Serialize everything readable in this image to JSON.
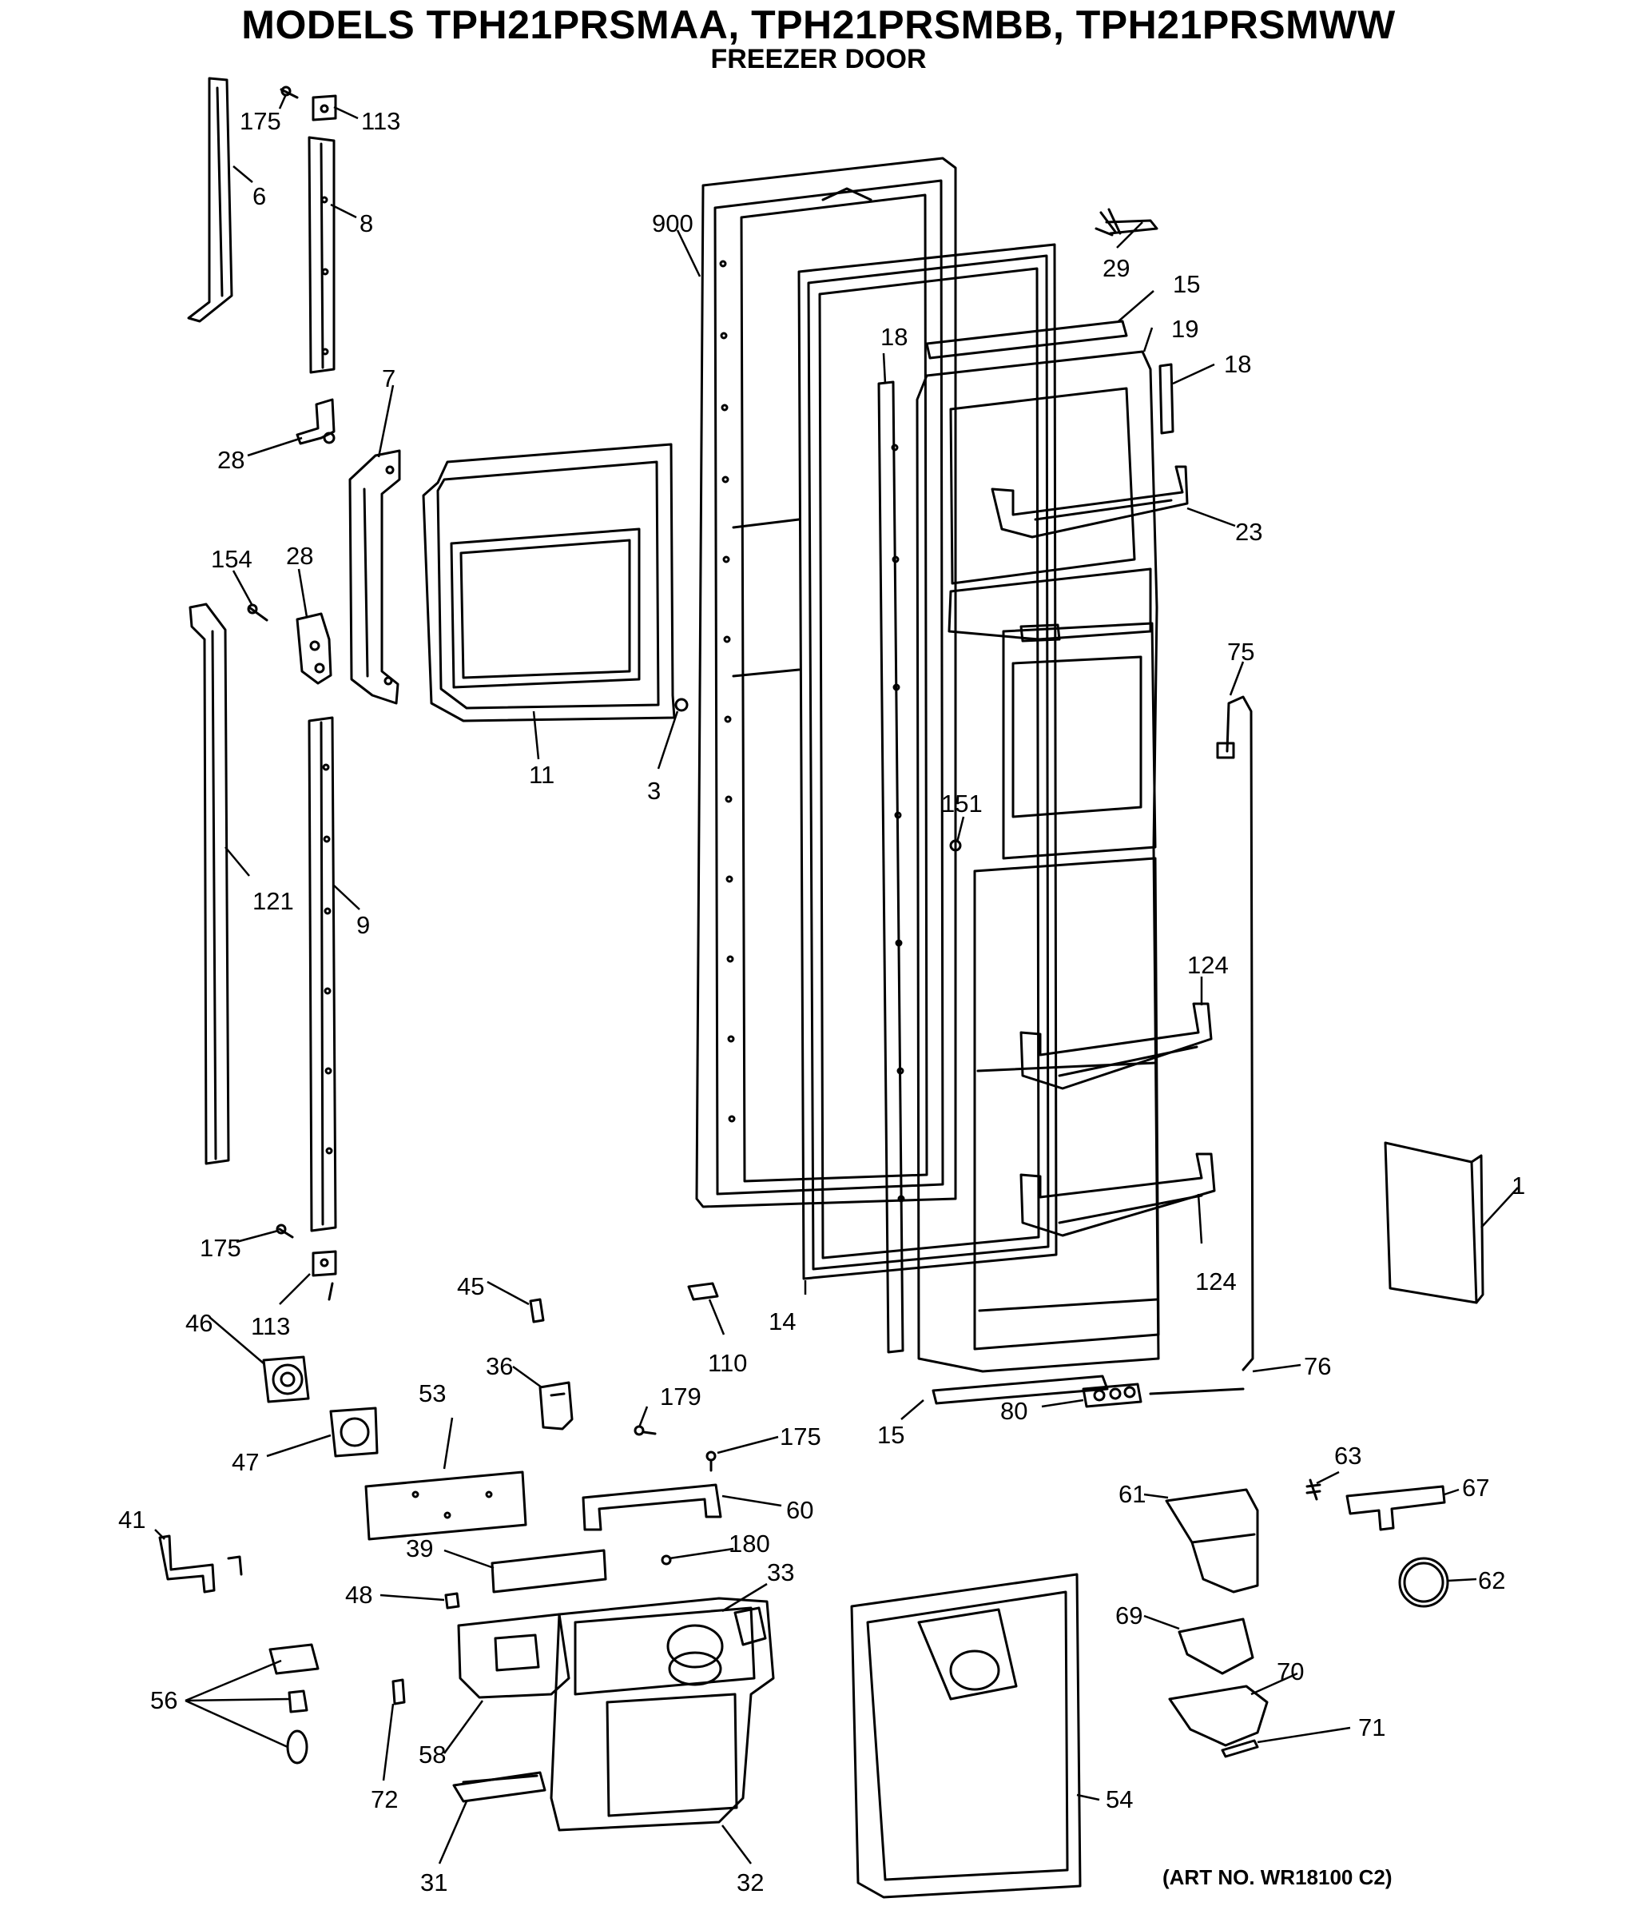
{
  "header": {
    "title": "MODELS TPH21PRSMAA, TPH21PRSMBB, TPH21PRSMWW",
    "subtitle": "FREEZER DOOR"
  },
  "footer": {
    "art_number": "(ART NO. WR18100 C2)"
  },
  "callouts": [
    "175",
    "113",
    "6",
    "8",
    "7",
    "28",
    "154",
    "28",
    "121",
    "9",
    "11",
    "3",
    "900",
    "14",
    "18",
    "15",
    "19",
    "18",
    "29",
    "23",
    "75",
    "151",
    "124",
    "124",
    "1",
    "175",
    "113",
    "45",
    "110",
    "46",
    "36",
    "179",
    "76",
    "15",
    "80",
    "53",
    "175",
    "47",
    "60",
    "63",
    "61",
    "67",
    "41",
    "39",
    "180",
    "33",
    "62",
    "48",
    "69",
    "70",
    "56",
    "72",
    "58",
    "71",
    "54",
    "31",
    "32"
  ]
}
